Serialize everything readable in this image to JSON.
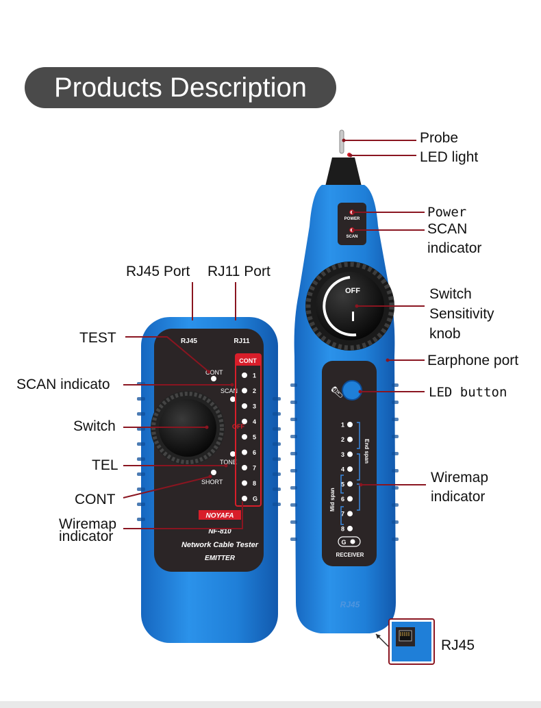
{
  "header": {
    "title": "Products Description"
  },
  "emitter": {
    "top_labels": {
      "rj45": "RJ45",
      "rj11": "RJ11"
    },
    "panel": {
      "cont": "CONT",
      "scan": "SCAN",
      "off": "OFF",
      "tone": "TONE",
      "short": "SHORT"
    },
    "wiremap_header": "CONT",
    "wiremap_numbers": [
      "1",
      "2",
      "3",
      "4",
      "5",
      "6",
      "7",
      "8",
      "G"
    ],
    "brand": "NOYAFA",
    "model": "NF-810",
    "product_name": "Network Cable Tester",
    "unit_name": "EMITTER"
  },
  "receiver": {
    "top_panel": {
      "power": "POWER",
      "scan": "SCAN"
    },
    "knob_label": "OFF",
    "wiremap_numbers": [
      "1",
      "2",
      "3",
      "4",
      "5",
      "6",
      "7",
      "8"
    ],
    "end_span": "End span",
    "mid_span": "Mid span",
    "ground": "G",
    "unit_name": "RECEIVER",
    "bottom_mark": "RJ45"
  },
  "callouts": {
    "probe": "Probe",
    "led_light": "LED light",
    "power": "Power",
    "scan_indicator": [
      "SCAN",
      "indicator"
    ],
    "switch_knob": [
      "Switch",
      "Sensitivity",
      "knob"
    ],
    "earphone_port": "Earphone port",
    "led_button": "LED button",
    "wiremap_right": [
      "Wiremap",
      "indicator"
    ],
    "rj45_port": "RJ45 Port",
    "rj11_port": "RJ11 Port",
    "test": "TEST",
    "scan_indicato": "SCAN indicato",
    "switch": "Switch",
    "tel": "TEL",
    "cont": "CONT",
    "wiremap_left": [
      "Wiremap",
      "indicator"
    ],
    "rj45": "RJ45"
  },
  "colors": {
    "body_blue": "#1e7fd6",
    "panel_dark": "#2b2526",
    "callout_line": "#8a1520",
    "accent_red": "#d81e2a"
  }
}
